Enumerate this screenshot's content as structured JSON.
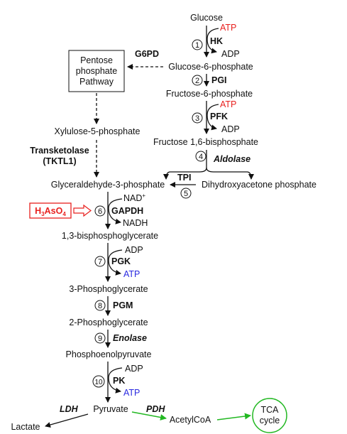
{
  "metabolites": {
    "glucose": "Glucose",
    "g6p": "Glucose-6-phosphate",
    "f6p": "Fructose-6-phosphate",
    "f16bp": "Fructose 1,6-bisphosphate",
    "g3p": "Glyceraldehyde-3-phosphate",
    "dhap": "Dihydroxyacetone phosphate",
    "bpg13": "1,3-bisphosphoglycerate",
    "pg3": "3-Phosphoglycerate",
    "pg2": "2-Phosphoglycerate",
    "pep": "Phosphoenolpyruvate",
    "pyruvate": "Pyruvate",
    "lactate": "Lactate",
    "acetylcoa": "AcetylCoA",
    "xylulose": "Xylulose-5-phosphate"
  },
  "boxes": {
    "ppp_line1": "Pentose",
    "ppp_line2": "phosphate",
    "ppp_line3": "Pathway",
    "tca_line1": "TCA",
    "tca_line2": "cycle"
  },
  "enzymes": {
    "hk": "HK",
    "pgi": "PGI",
    "pfk": "PFK",
    "aldolase": "Aldolase",
    "tpi": "TPI",
    "gapdh": "GAPDH",
    "pgk": "PGK",
    "pgm": "PGM",
    "enolase": "Enolase",
    "pk": "PK",
    "ldh": "LDH",
    "pdh": "PDH",
    "g6pd": "G6PD",
    "tktl1_line1": "Transketolase",
    "tktl1_line2": "(TKTL1)"
  },
  "cofactors": {
    "atp": "ATP",
    "adp": "ADP",
    "nad": "NAD",
    "nad_sup": "+",
    "nadh": "NADH"
  },
  "arsenate": {
    "h": "H",
    "sub3": "3",
    "aso": "AsO",
    "sub4": "4"
  },
  "steps": {
    "s1": "1",
    "s2": "2",
    "s3": "3",
    "s4": "4",
    "s5": "5",
    "s6": "6",
    "s7": "7",
    "s8": "8",
    "s9": "9",
    "s10": "10"
  },
  "colors": {
    "atp_consumed": "#e8201e",
    "atp_produced": "#2a2ae0",
    "inhibitor": "#e8201e",
    "tca_path": "#22b822",
    "main": "#111111"
  }
}
